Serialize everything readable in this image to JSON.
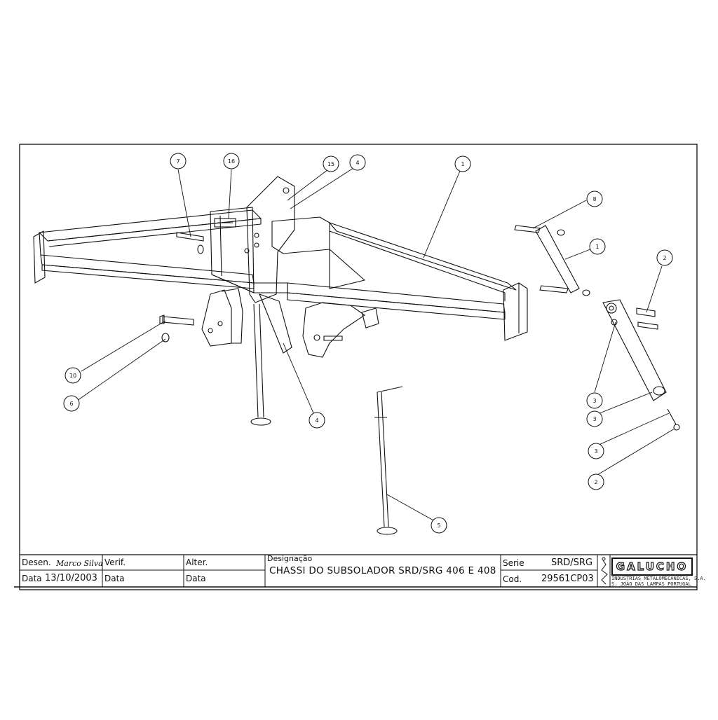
{
  "callouts": [
    {
      "label": "7"
    },
    {
      "label": "16"
    },
    {
      "label": "15"
    },
    {
      "label": "4"
    },
    {
      "label": "1"
    },
    {
      "label": "8"
    },
    {
      "label": "1"
    },
    {
      "label": "2"
    },
    {
      "label": "10"
    },
    {
      "label": "6"
    },
    {
      "label": "4"
    },
    {
      "label": "3"
    },
    {
      "label": "3"
    },
    {
      "label": "3"
    },
    {
      "label": "2"
    },
    {
      "label": "5"
    }
  ],
  "title_block": {
    "desen_label": "Desen.",
    "desen_value": "Marco Silva",
    "verif_label": "Verif.",
    "alter_label": "Alter.",
    "data_label": "Data",
    "data_value": "13/10/2003",
    "data2_label": "Data",
    "data3_label": "Data",
    "designacao_label": "Designação",
    "title": "CHASSI DO SUBSOLADOR SRD/SRG 406 E 408",
    "serie_label": "Serie",
    "serie_value": "SRD/SRG",
    "cod_label": "Cod.",
    "cod_value": "29561CP03",
    "company_logo": "GALUCHO",
    "company_line1": "INDÚSTRIAS METALOMECÂNICAS, S.A.",
    "company_line2": "S. JOÃO DAS LAMPAS      PORTUGAL"
  }
}
